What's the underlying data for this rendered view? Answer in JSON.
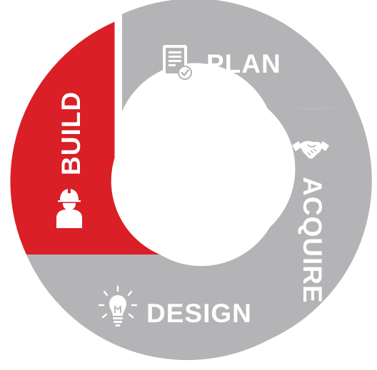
{
  "diagram": {
    "segments": [
      {
        "id": "plan",
        "label": "PLAN",
        "icon": "checklist-icon",
        "color": "#b4b4b6"
      },
      {
        "id": "acquire",
        "label": "ACQUIRE",
        "icon": "handshake-icon",
        "color": "#b4b4b6"
      },
      {
        "id": "design",
        "label": "DESIGN",
        "icon": "lightbulb-icon",
        "color": "#b4b4b6"
      },
      {
        "id": "build",
        "label": "BUILD",
        "icon": "worker-icon",
        "color": "#da1f26"
      }
    ],
    "active_segment": "BUILD",
    "icon_color": "#ffffff",
    "background_color": "#ffffff"
  }
}
